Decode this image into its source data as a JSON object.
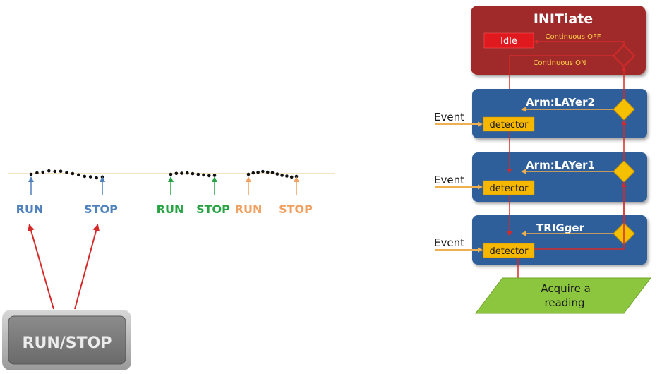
{
  "timeline": {
    "labels": [
      {
        "text": "RUN",
        "color": "#4f81bd"
      },
      {
        "text": "STOP",
        "color": "#4f81bd"
      },
      {
        "text": "RUN",
        "color": "#27a343"
      },
      {
        "text": "STOP",
        "color": "#27a343"
      },
      {
        "text": "RUN",
        "color": "#f0a060"
      },
      {
        "text": "STOP",
        "color": "#f0a060"
      }
    ]
  },
  "run_stop_key": {
    "label": "RUN/STOP"
  },
  "flow": {
    "initiate": {
      "title": "INITiate",
      "idle": "Idle",
      "continuous_off": "Continuous OFF",
      "continuous_on": "Continuous ON"
    },
    "layers": [
      {
        "title": "Arm:LAYer2",
        "event": "Event",
        "detector": "detector"
      },
      {
        "title": "Arm:LAYer1",
        "event": "Event",
        "detector": "detector"
      },
      {
        "title": "TRIGger",
        "event": "Event",
        "detector": "detector"
      }
    ],
    "acquire": "Acquire a reading"
  },
  "colors": {
    "initiate_fill": "#a02c2c",
    "layer_fill": "#2f5f9a",
    "idle_fill": "#e0191f",
    "detector_fill": "#f5b700",
    "diamond_fill": "#f5c000",
    "acquire_fill": "#8cc63f",
    "signal_red": "#d42a2a",
    "event_line": "#f0b050",
    "annotation_text": "#ffd24a"
  }
}
